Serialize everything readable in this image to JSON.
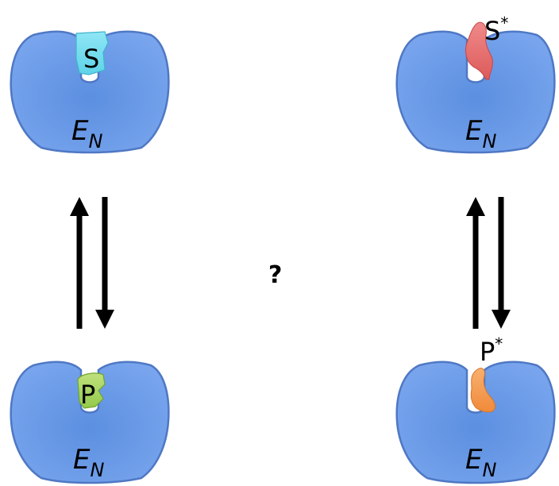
{
  "enzyme": {
    "symbol": "E",
    "subscript": "N"
  },
  "ligands": {
    "substrate": {
      "label": "S",
      "color": "#5ed3e8"
    },
    "substrate_star": {
      "label": "S",
      "superscript": "*",
      "color": "#e66b6b"
    },
    "product": {
      "label": "P",
      "color": "#a4d45a"
    },
    "product_star": {
      "label": "P",
      "superscript": "*",
      "color": "#f49a4a"
    }
  },
  "center_label": "?",
  "colors": {
    "enzyme_fill": "#5b8fe0",
    "enzyme_stroke": "#4f78c4",
    "arrow": "#000000"
  }
}
